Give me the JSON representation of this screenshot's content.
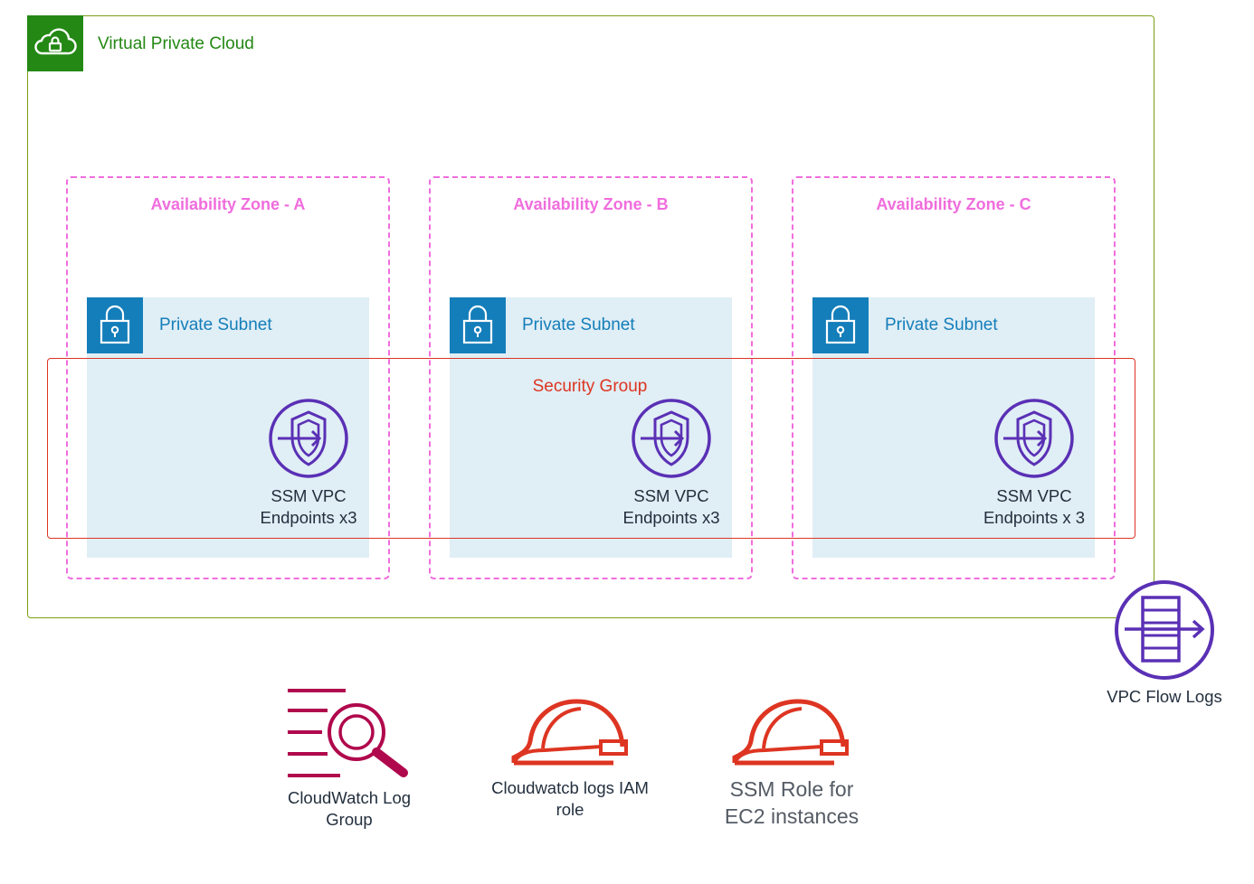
{
  "vpc": {
    "label": "Virtual Private Cloud",
    "icon": "cloud-lock-icon",
    "color": "#248814"
  },
  "zones": [
    {
      "label": "Availability Zone - A",
      "subnet": "Private Subnet",
      "endpoint_line1": "SSM VPC",
      "endpoint_line2": "Endpoints x3"
    },
    {
      "label": "Availability Zone - B",
      "subnet": "Private Subnet",
      "endpoint_line1": "SSM VPC",
      "endpoint_line2": "Endpoints x3"
    },
    {
      "label": "Availability Zone - C",
      "subnet": "Private Subnet",
      "endpoint_line1": "SSM VPC",
      "endpoint_line2": "Endpoints x 3"
    }
  ],
  "security_group": {
    "label": "Security Group",
    "color": "#dd3522"
  },
  "flow_logs": {
    "label": "VPC Flow Logs",
    "icon": "flow-logs-icon"
  },
  "bottom": {
    "log_group": {
      "line1": "CloudWatch Log",
      "line2": "Group",
      "icon": "log-search-icon"
    },
    "iam_role": {
      "line1": "Cloudwatcb logs IAM",
      "line2": "role",
      "icon": "helmet-icon"
    },
    "ssm_role": {
      "line1": "SSM Role for",
      "line2": "EC2 instances",
      "icon": "helmet-icon"
    }
  },
  "colors": {
    "az": "#f06ddd",
    "subnet_fill": "#e0eef5",
    "subnet_badge": "#147eba",
    "endpoint": "#5a30b5",
    "log": "#b0084d",
    "role": "#dd3522"
  }
}
